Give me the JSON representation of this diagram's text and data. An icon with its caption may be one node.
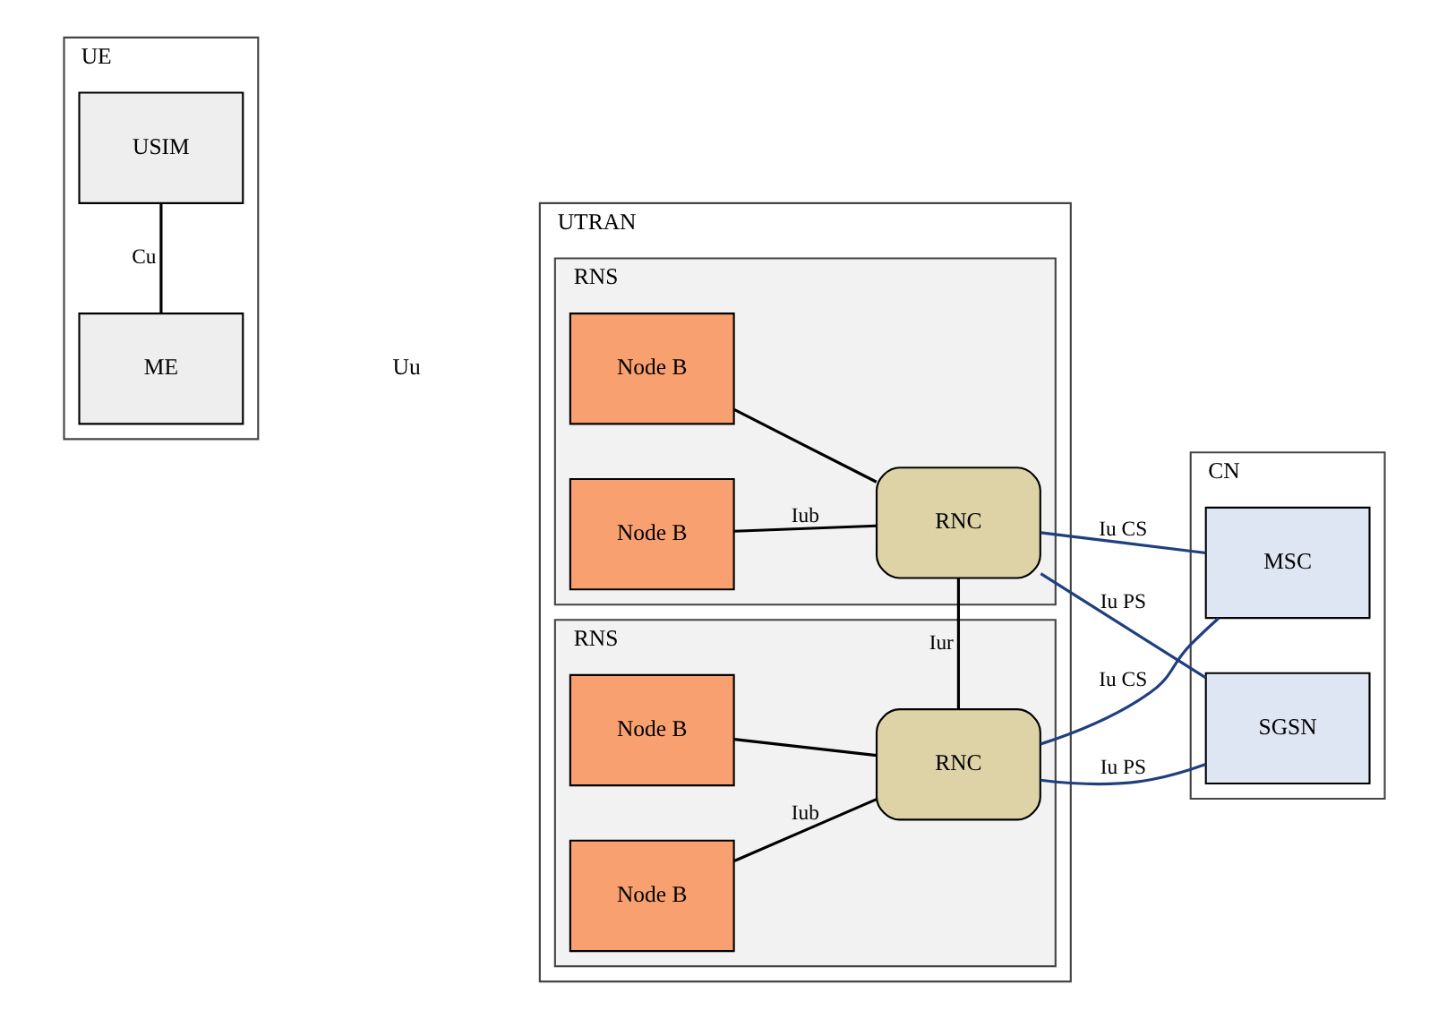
{
  "diagram": {
    "nodes": [
      {
        "text": [
          "UE"
        ]
      },
      {
        "text": [
          "USIM"
        ],
        "in": 0
      },
      {
        "text": [
          "ME"
        ],
        "in": 0
      },
      {
        "text": [
          "UTRAN"
        ]
      },
      {
        "text": [
          "RNS"
        ],
        "in": 3
      },
      {
        "text": [
          "Node B"
        ],
        "in": 4
      },
      {
        "text": [
          "Node B"
        ],
        "in": 4
      },
      {
        "text": [
          "RNC"
        ],
        "in": 4
      },
      {
        "text": [
          "RNS"
        ],
        "in": 3
      },
      {
        "text": [
          "Node B"
        ],
        "in": 8
      },
      {
        "text": [
          "Node B"
        ],
        "in": 8
      },
      {
        "text": [
          "RNC"
        ],
        "in": 8
      },
      {
        "text": [
          "CN"
        ]
      },
      {
        "text": [
          "MSC"
        ],
        "in": 12
      },
      {
        "text": [
          "SGSN"
        ],
        "in": 12
      }
    ],
    "edges": [
      {
        "from": 1,
        "to": 2,
        "arrow": "none",
        "label": "Cu"
      },
      {
        "from": 5,
        "to": 7,
        "arrow": "none"
      },
      {
        "from": 6,
        "to": 7,
        "arrow": "none",
        "label": "Iub"
      },
      {
        "from": 7,
        "to": 11,
        "arrow": "none",
        "label": "Iur"
      },
      {
        "from": 9,
        "to": 11,
        "arrow": "none"
      },
      {
        "from": 10,
        "to": 11,
        "arrow": "none",
        "label": "Iub"
      },
      {
        "from": 7,
        "to": 13,
        "arrow": "none",
        "label": "Iu CS",
        "color": "#1f3f7f"
      },
      {
        "from": 7,
        "to": 14,
        "arrow": "none",
        "label": "Iu PS",
        "color": "#1f3f7f"
      },
      {
        "from": 11,
        "to": 13,
        "arrow": "none",
        "label": "Iu CS",
        "color": "#1f3f7f"
      },
      {
        "from": 11,
        "to": 14,
        "arrow": "none",
        "label": "Iu PS",
        "color": "#1f3f7f"
      }
    ],
    "labels": [
      "Uu"
    ]
  }
}
